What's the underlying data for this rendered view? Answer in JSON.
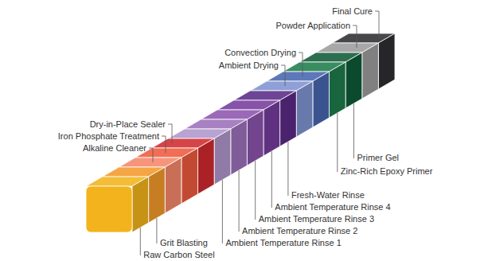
{
  "diagram": {
    "labels": [
      "Final Cure",
      "Powder Application",
      "Convection Drying",
      "Ambient Drying",
      "Dry-in-Place Sealer",
      "Iron Phosphate Treatment",
      "Alkaline Cleaner",
      "Primer Gel",
      "Zinc-Rich Epoxy Primer",
      "Fresh-Water Rinse",
      "Ambient Temperature Rinse 4",
      "Ambient Temperature Rinse 3",
      "Ambient Temperature Rinse 2",
      "Ambient Temperature Rinse 1",
      "Grit Blasting",
      "Raw Carbon Steel"
    ]
  }
}
